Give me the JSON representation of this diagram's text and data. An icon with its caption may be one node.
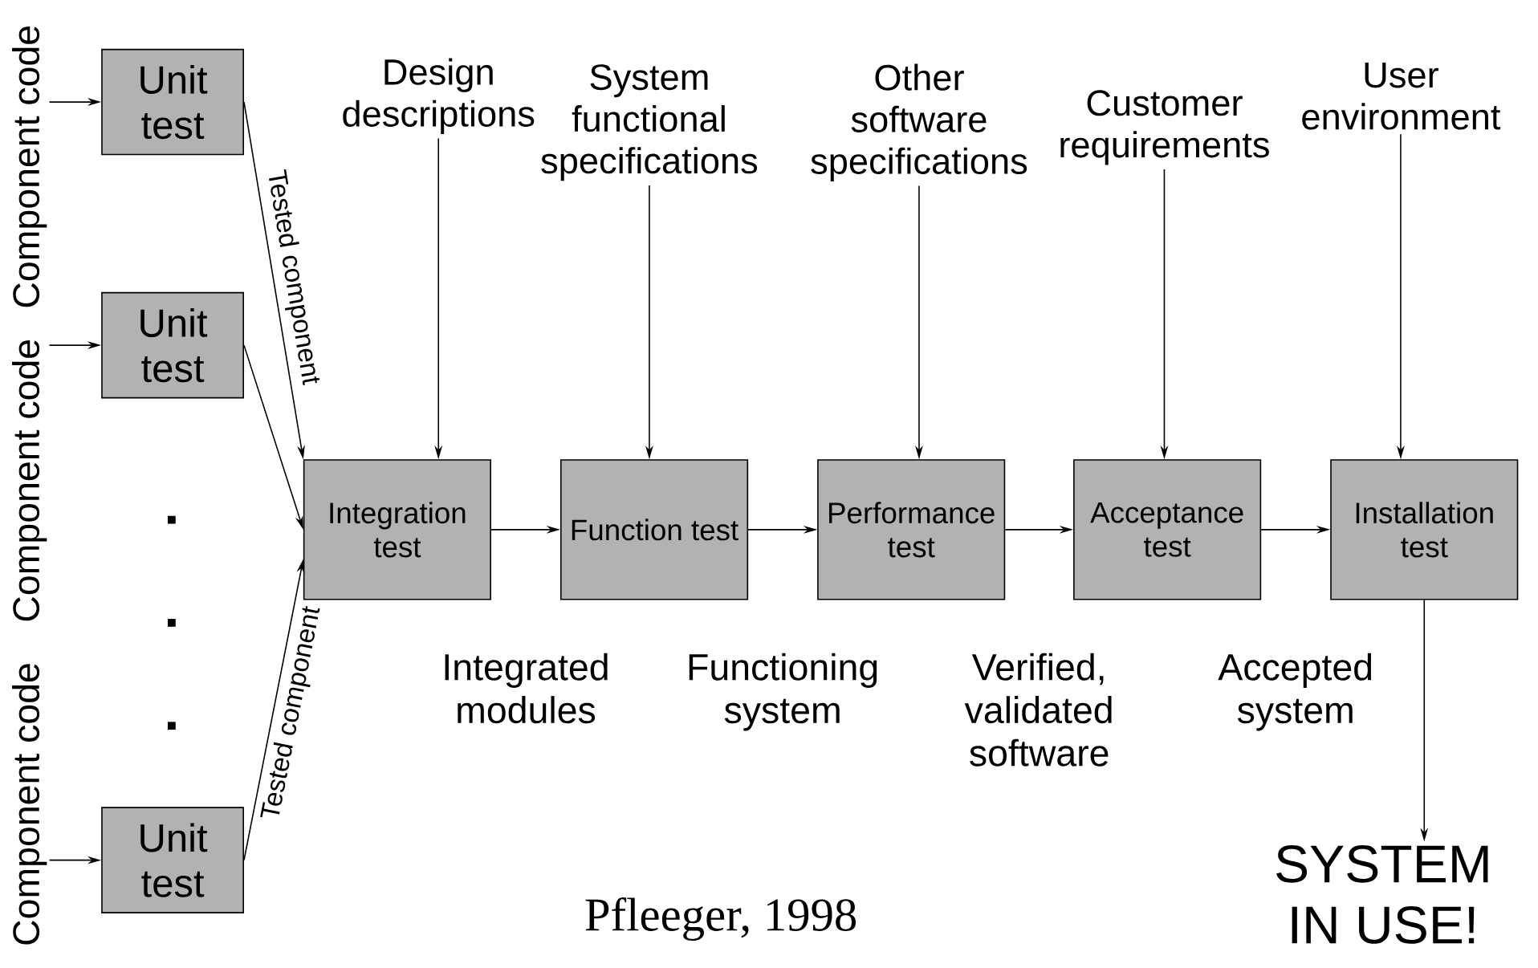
{
  "diagram": {
    "nodes": [
      {
        "text": [
          "Component code"
        ]
      },
      {
        "text": [
          "Component code"
        ]
      },
      {
        "text": [
          "Component code"
        ]
      },
      {
        "text": [
          "Unit test"
        ]
      },
      {
        "text": [
          "Unit test"
        ]
      },
      {
        "text": [
          "Unit test"
        ]
      },
      {
        "text": [
          "Integration test"
        ]
      },
      {
        "text": [
          "Function test"
        ]
      },
      {
        "text": [
          "Performance test"
        ]
      },
      {
        "text": [
          "Acceptance test"
        ]
      },
      {
        "text": [
          "Installation test"
        ]
      },
      {
        "text": [
          "Design descriptions"
        ]
      },
      {
        "text": [
          "System functional specifications"
        ]
      },
      {
        "text": [
          "Other software specifications"
        ]
      },
      {
        "text": [
          "Customer requirements"
        ]
      },
      {
        "text": [
          "User environment"
        ]
      },
      {
        "text": [
          "SYSTEM IN USE!"
        ]
      }
    ],
    "edges": [
      {
        "from": 0,
        "to": 3,
        "arrow": "to"
      },
      {
        "from": 1,
        "to": 4,
        "arrow": "to"
      },
      {
        "from": 2,
        "to": 5,
        "arrow": "to"
      },
      {
        "from": 3,
        "to": 6,
        "arrow": "to",
        "label": "Tested component"
      },
      {
        "from": 4,
        "to": 6,
        "arrow": "to"
      },
      {
        "from": 5,
        "to": 6,
        "arrow": "to",
        "label": "Tested component"
      },
      {
        "from": 6,
        "to": 7,
        "arrow": "to",
        "label": "Integrated modules"
      },
      {
        "from": 7,
        "to": 8,
        "arrow": "to",
        "label": "Functioning system"
      },
      {
        "from": 8,
        "to": 9,
        "arrow": "to",
        "label": "Verified, validated software"
      },
      {
        "from": 9,
        "to": 10,
        "arrow": "to",
        "label": "Accepted system"
      },
      {
        "from": 11,
        "to": 6,
        "arrow": "to"
      },
      {
        "from": 12,
        "to": 7,
        "arrow": "to"
      },
      {
        "from": 13,
        "to": 8,
        "arrow": "to"
      },
      {
        "from": 14,
        "to": 9,
        "arrow": "to"
      },
      {
        "from": 15,
        "to": 10,
        "arrow": "to"
      },
      {
        "from": 10,
        "to": 16,
        "arrow": "to"
      }
    ],
    "labels": [
      "Pfleeger, 1998"
    ]
  }
}
